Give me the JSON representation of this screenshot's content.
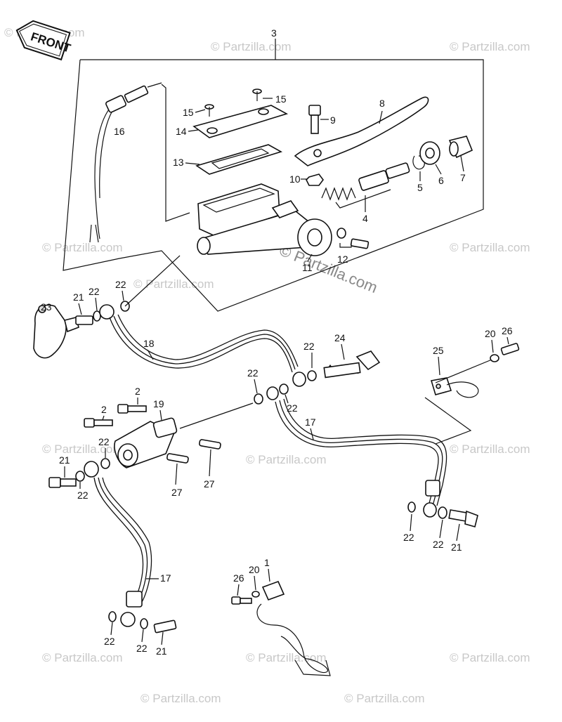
{
  "front_label": "FRONT",
  "watermark": "© Partzilla.com",
  "callouts": {
    "c1": "1",
    "c2a": "2",
    "c2b": "2",
    "c3": "3",
    "c4": "4",
    "c5": "5",
    "c6": "6",
    "c7": "7",
    "c8": "8",
    "c9": "9",
    "c10": "10",
    "c11": "11",
    "c12": "12",
    "c13": "13",
    "c14": "14",
    "c15a": "15",
    "c15b": "15",
    "c16": "16",
    "c17a": "17",
    "c17b": "17",
    "c18": "18",
    "c19": "19",
    "c20a": "20",
    "c20b": "20",
    "c21a": "21",
    "c21b": "21",
    "c21c": "21",
    "c21d": "21",
    "c22a": "22",
    "c22b": "22",
    "c22c": "22",
    "c22d": "22",
    "c22e": "22",
    "c22f": "22",
    "c22g": "22",
    "c22h": "22",
    "c22i": "22",
    "c22j": "22",
    "c22k": "22",
    "c23": "23",
    "c24": "24",
    "c25": "25",
    "c26a": "26",
    "c26b": "26",
    "c27a": "27",
    "c27b": "27"
  },
  "colors": {
    "ink": "#111111",
    "watermark": "#c8c8c8"
  }
}
